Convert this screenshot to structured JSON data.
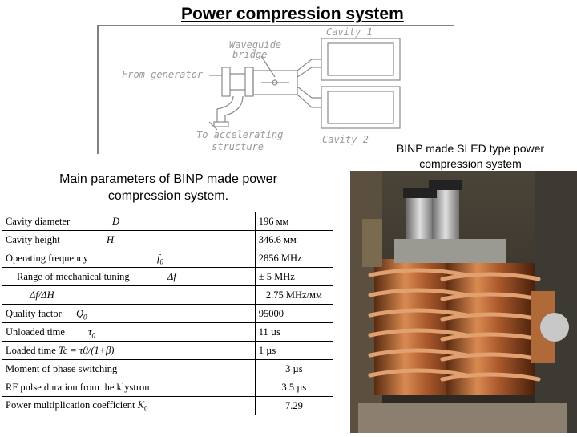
{
  "title": "Power compression system",
  "diagram": {
    "cavity1": "Cavity 1",
    "cavity2": "Cavity 2",
    "waveguide_bridge_1": "Waveguide",
    "waveguide_bridge_2": "bridge",
    "from_generator": "From generator",
    "to_accel_1": "To accelerating",
    "to_accel_2": "structure"
  },
  "photo_caption": {
    "line1": "BINP made SLED type power",
    "line2": "compression system"
  },
  "params_heading": {
    "line1": "Main parameters of BINP made power",
    "line2": "compression system."
  },
  "params": [
    {
      "label": "Cavity diameter",
      "symbol": "D",
      "value": "196 мм"
    },
    {
      "label": "Cavity height",
      "symbol": "H",
      "value": "346.6 мм"
    },
    {
      "label": "Operating frequency",
      "symbol": "f",
      "symbol_sub": "0",
      "value": "2856 MHz"
    },
    {
      "label": "Range of mechanical tuning",
      "symbol": "Δf",
      "value": "± 5 MHz"
    },
    {
      "label": "Δf/ΔH",
      "value": "2.75 MHz/мм"
    },
    {
      "label": "Quality factor",
      "symbol": "Q",
      "symbol_sub": "0",
      "value": "95000"
    },
    {
      "label": "Unloaded time",
      "symbol": "τ",
      "symbol_sub": "0",
      "value": "11 µs"
    },
    {
      "label": "Loaded time",
      "formula": "Tc = τ0/(1+β)",
      "value": "1 µs"
    },
    {
      "label": "Moment of phase switching",
      "value": "3 µs"
    },
    {
      "label": "RF pulse duration from the klystron",
      "value": "3.5 µs"
    },
    {
      "label": "Power multiplication coefficient",
      "symbol": "K",
      "symbol_sub": "0",
      "value": "7.29"
    }
  ]
}
